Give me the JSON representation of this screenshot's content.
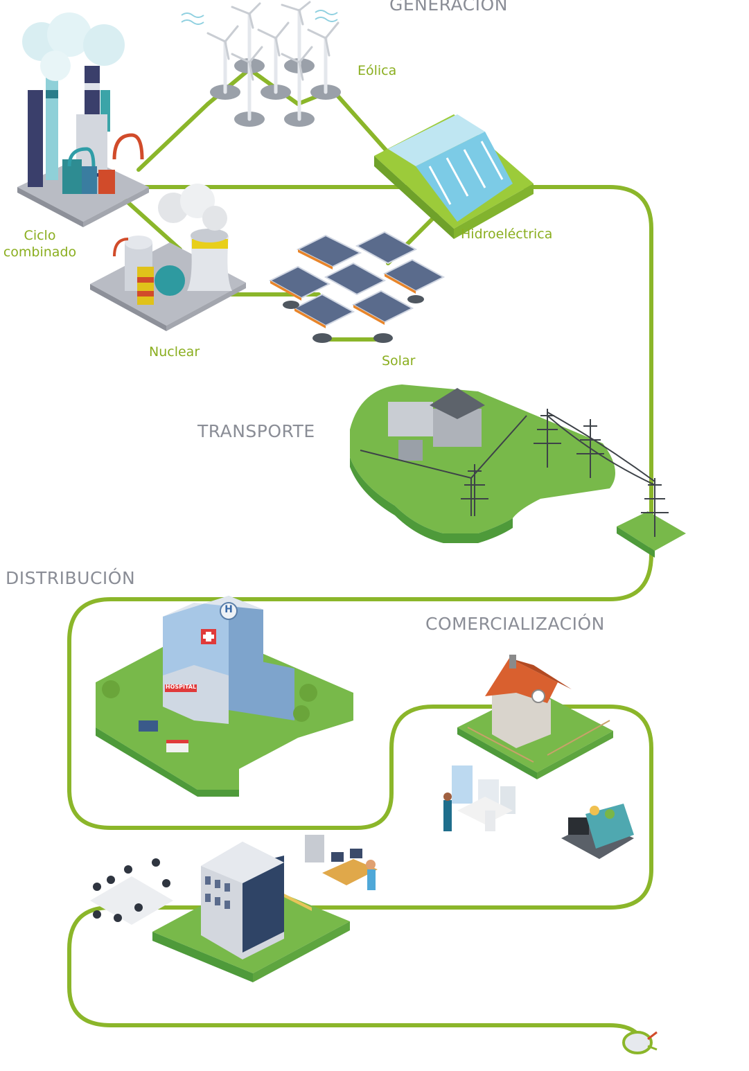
{
  "sections": {
    "generacion": "GENERACIÓN",
    "transporte": "TRANSPORTE",
    "distribucion": "DISTRIBUCIÓN",
    "comercializacion": "COMERCIALIZACIÓN"
  },
  "sources": {
    "ciclo_line1": "Ciclo",
    "ciclo_line2": "combinado",
    "eolica": "Eólica",
    "hidroelectrica": "Hidroeléctrica",
    "nuclear": "Nuclear",
    "solar": "Solar"
  },
  "signs": {
    "hospital": "HOSPITAL",
    "hospital_h": "H"
  },
  "colors": {
    "line": "#8bb62a",
    "label": "#8aae1f",
    "section": "#8a8d96",
    "grass": "#78b94a",
    "grass_dark": "#4e9a3a"
  }
}
